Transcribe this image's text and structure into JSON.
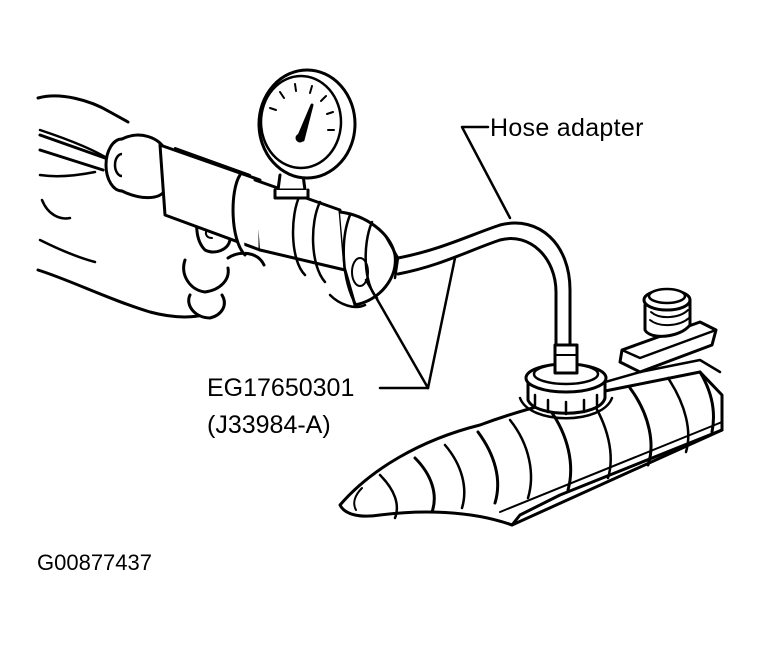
{
  "labels": {
    "hose_adapter": "Hose adapter",
    "part_number": "EG17650301",
    "part_alt_number": "(J33984-A)",
    "figure_id": "G00877437"
  },
  "colors": {
    "ink": "#000000",
    "paper": "#ffffff"
  }
}
